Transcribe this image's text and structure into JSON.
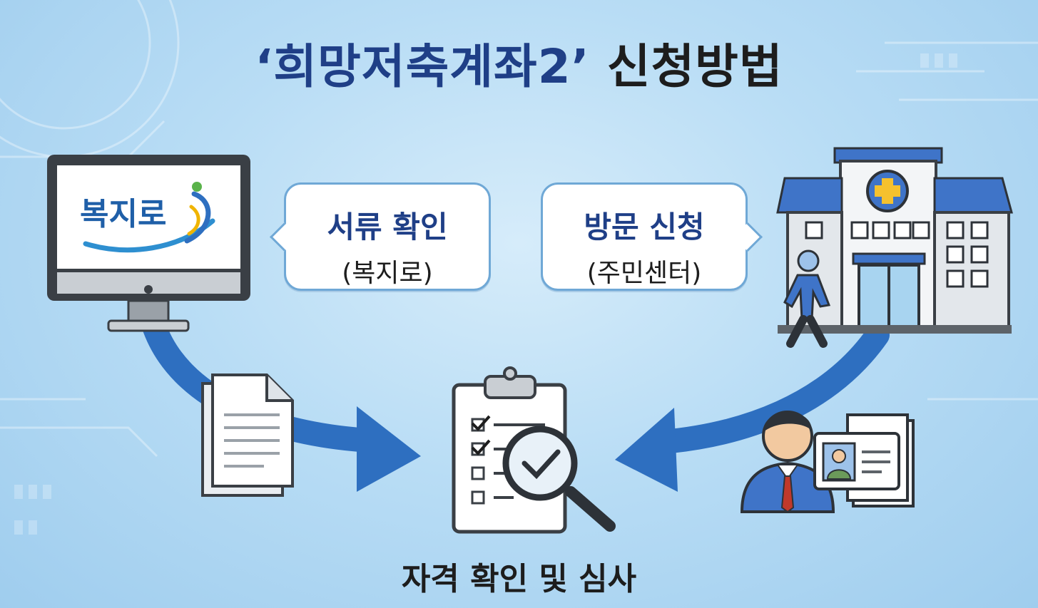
{
  "title": {
    "part1": "‘희망저축계좌2’",
    "part2": "신청방법"
  },
  "logo": {
    "text": "복지로"
  },
  "left_bubble": {
    "main": "서류 확인",
    "sub": "(복지로)"
  },
  "right_bubble": {
    "main": "방문 신청",
    "sub": "(주민센터)"
  },
  "caption": "자격 확인 및 심사",
  "colors": {
    "title_blue": "#1f3f87",
    "arrow_blue": "#2e6fc0",
    "building_blue": "#3f74c8",
    "bubble_border": "#6fa8d6"
  },
  "icons": [
    "computer-monitor-icon",
    "document-icon",
    "clipboard-checklist-icon",
    "magnifier-check-icon",
    "community-center-building-icon",
    "walking-person-icon",
    "person-with-id-card-icon"
  ]
}
